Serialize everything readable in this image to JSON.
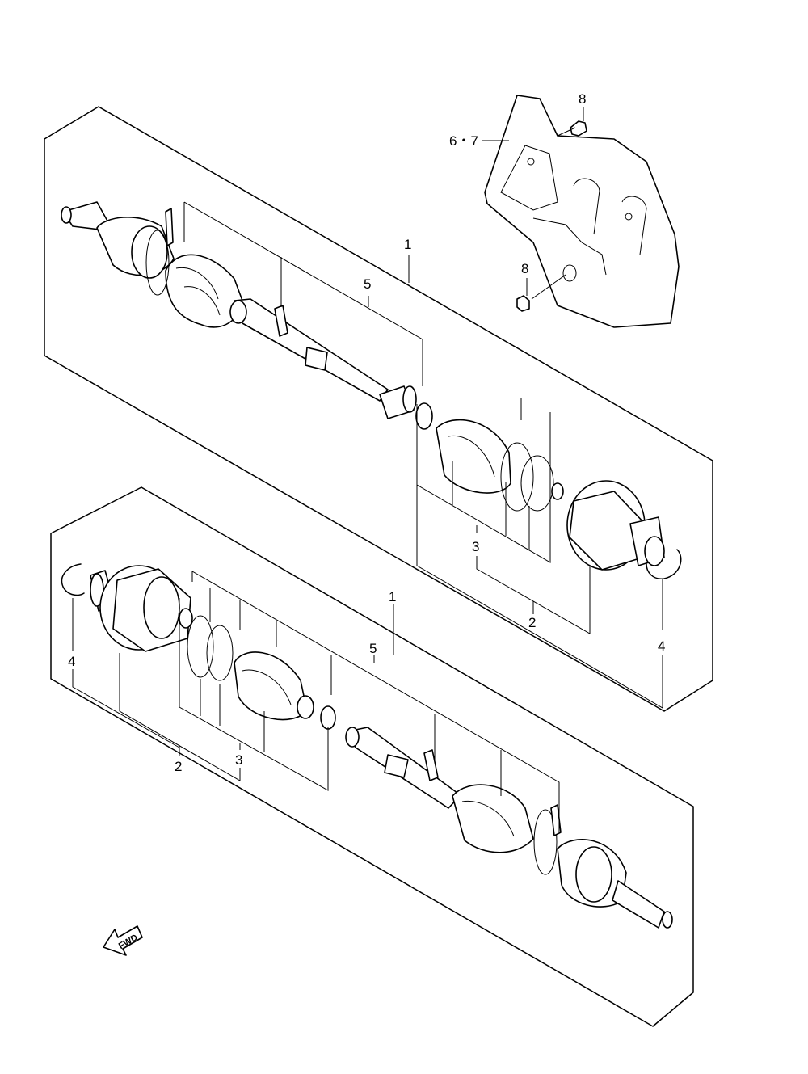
{
  "callouts": {
    "c1_top": "1",
    "c5_top": "5",
    "c3_top": "3",
    "c2_top": "2",
    "c4_top": "4",
    "c67": "6・7",
    "c8_top": "8",
    "c8_bot": "8",
    "c1_bot": "1",
    "c5_bot": "5",
    "c4_bot": "4",
    "c2_bot": "2",
    "c3_bot": "3"
  },
  "fwd_label": "FWD"
}
